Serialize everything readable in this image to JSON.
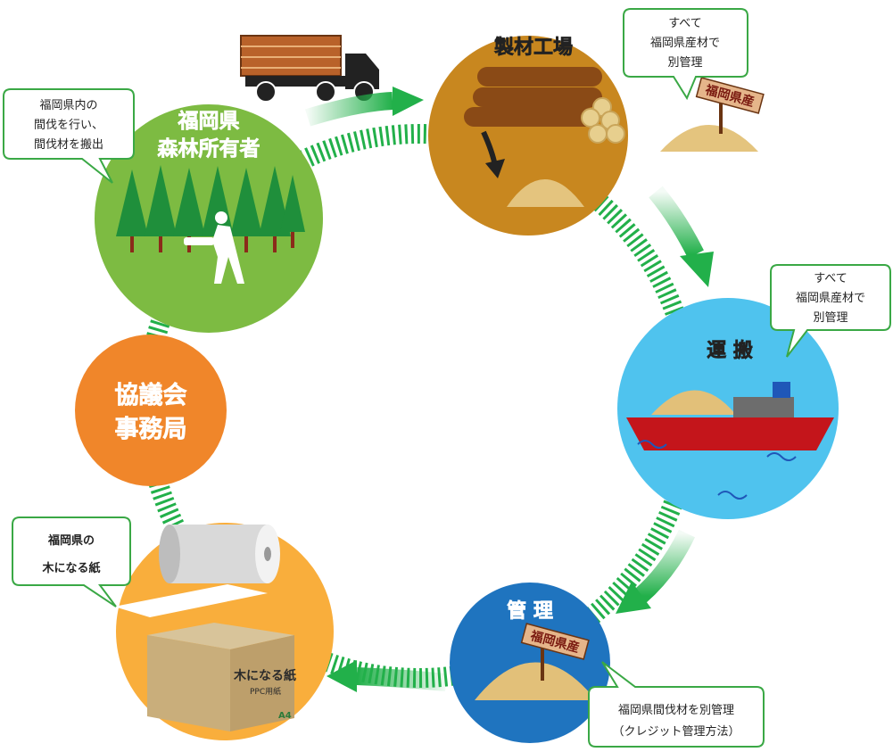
{
  "nodes": {
    "forest_owner": {
      "title_line1": "福岡県",
      "title_line2": "森林所有者"
    },
    "sawmill": {
      "title": "製材工場"
    },
    "transport": {
      "title": "運 搬"
    },
    "management": {
      "title": "管 理"
    },
    "paper": {
      "box_text": "木になる紙",
      "box_sub": "PPC用紙",
      "box_size": "A4"
    },
    "council": {
      "title_line1": "協議会",
      "title_line2": "事務局"
    }
  },
  "callouts": {
    "forest_owner": [
      "福岡県内の",
      "間伐を行い、",
      "間伐材を搬出"
    ],
    "sawmill": [
      "すべて",
      "福岡県産材で",
      "別管理"
    ],
    "transport": [
      "すべて",
      "福岡県産材で",
      "別管理"
    ],
    "management": [
      "福岡県間伐材を別管理",
      "（クレジット管理方法）"
    ],
    "paper": [
      "福岡県の",
      "木になる紙"
    ]
  },
  "signs": {
    "sawmill": "福岡県産",
    "management": "福岡県産"
  },
  "colors": {
    "forest": "#7dbb42",
    "sawmill": "#c8871f",
    "transport": "#4fc3ee",
    "management": "#1f74bf",
    "paper": "#f9ae3c",
    "council": "#f0862a",
    "arrow": "#22b04a",
    "callout_border": "#3aa845"
  }
}
